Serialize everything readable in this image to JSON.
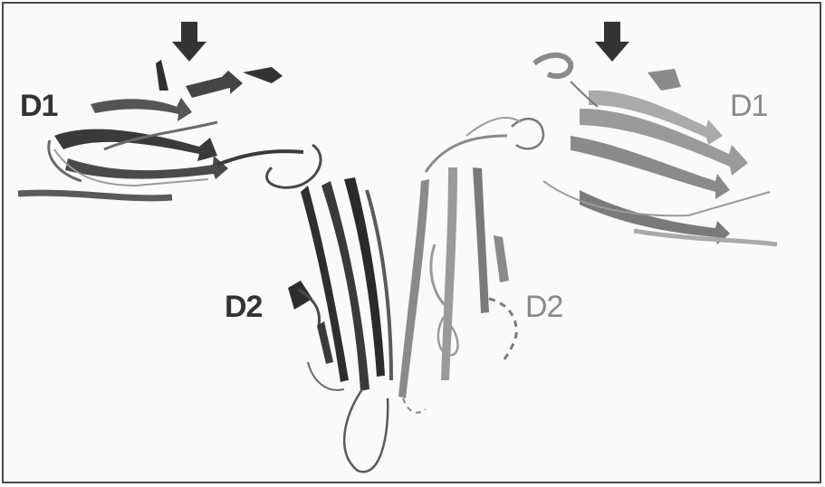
{
  "labels": {
    "left_d1": "D1",
    "right_d1": "D1",
    "left_d2": "D2",
    "right_d2": "D2"
  },
  "colors": {
    "left_chain": "#3c3c3c",
    "right_chain": "#9a9a9a",
    "arrow": "#333333",
    "frame": "#4a4a4a"
  },
  "icons": {
    "marker": "down-arrow-icon"
  }
}
